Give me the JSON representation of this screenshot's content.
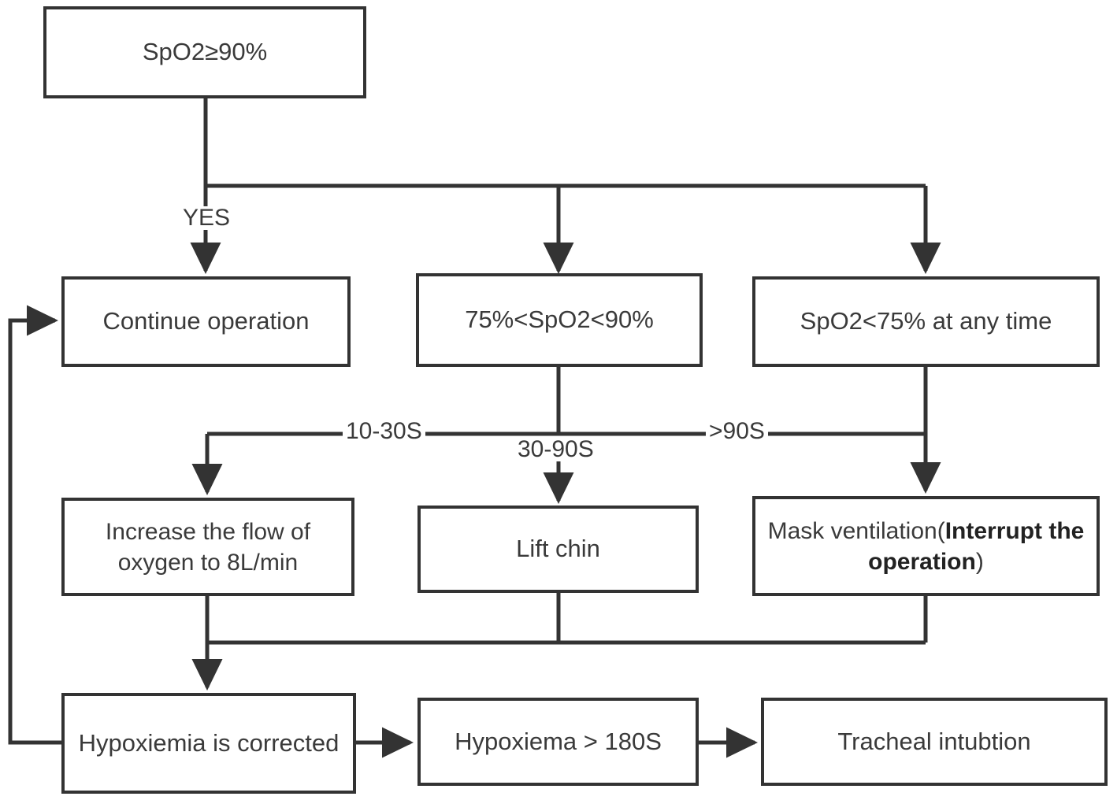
{
  "diagram": {
    "title": "Hypoxemia management flowchart",
    "stroke_color": "#333333",
    "text_color": "#3a3a3a",
    "background": "#ffffff",
    "nodes": {
      "spo2_ge_90": "SpO2≥90%",
      "continue_operation": "Continue operation",
      "spo2_75_90": "75%<SpO2<90%",
      "spo2_lt_75": "SpO2<75% at any time",
      "increase_flow": "Increase the flow of oxygen to 8L/min",
      "lift_chin": "Lift chin",
      "mask_ventilation_prefix": "Mask ventilation(",
      "mask_ventilation_bold": "Interrupt the operation",
      "mask_ventilation_suffix": ")",
      "hypoxiemia_corrected": "Hypoxiemia is corrected",
      "hypoxiema_180s": "Hypoxiema > 180S",
      "tracheal_intubtion": "Tracheal intubtion"
    },
    "edge_labels": {
      "yes": "YES",
      "t10_30s": "10-30S",
      "t30_90s": "30-90S",
      "gt_90s": ">90S"
    }
  }
}
